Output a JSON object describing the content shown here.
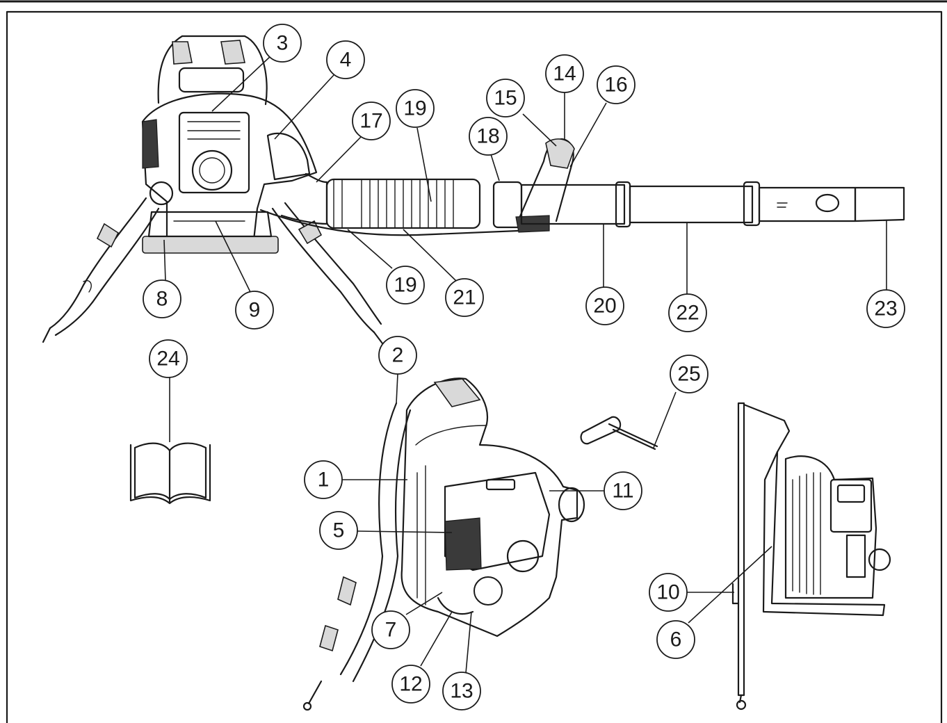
{
  "diagram": {
    "callouts": [
      {
        "id": "c3",
        "label": "3"
      },
      {
        "id": "c4",
        "label": "4"
      },
      {
        "id": "c19a",
        "label": "19"
      },
      {
        "id": "c17",
        "label": "17"
      },
      {
        "id": "c14",
        "label": "14"
      },
      {
        "id": "c15",
        "label": "15"
      },
      {
        "id": "c16",
        "label": "16"
      },
      {
        "id": "c18",
        "label": "18"
      },
      {
        "id": "c8",
        "label": "8"
      },
      {
        "id": "c9",
        "label": "9"
      },
      {
        "id": "c19b",
        "label": "19"
      },
      {
        "id": "c21",
        "label": "21"
      },
      {
        "id": "c20",
        "label": "20"
      },
      {
        "id": "c22",
        "label": "22"
      },
      {
        "id": "c23",
        "label": "23"
      },
      {
        "id": "c24",
        "label": "24"
      },
      {
        "id": "c2",
        "label": "2"
      },
      {
        "id": "c25",
        "label": "25"
      },
      {
        "id": "c1",
        "label": "1"
      },
      {
        "id": "c11",
        "label": "11"
      },
      {
        "id": "c5",
        "label": "5"
      },
      {
        "id": "c10",
        "label": "10"
      },
      {
        "id": "c7",
        "label": "7"
      },
      {
        "id": "c6",
        "label": "6"
      },
      {
        "id": "c12",
        "label": "12"
      },
      {
        "id": "c13",
        "label": "13"
      }
    ]
  }
}
